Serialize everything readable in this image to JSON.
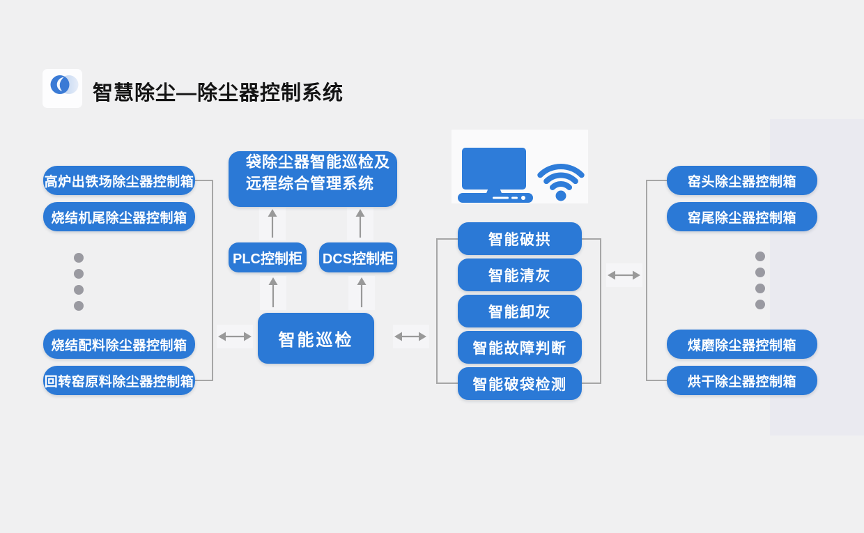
{
  "title": "智慧除尘—除尘器控制系统",
  "colors": {
    "accent_blue": "#2b79d6",
    "background": "#f0f0f1",
    "right_panel": "#eaeaf0",
    "terminal_panel": "#fafafb",
    "connector_gray": "#9b9b9b",
    "text_on_accent": "#ffffff",
    "title_text": "#141414"
  },
  "left_group": {
    "top_boxes": [
      "高炉出铁场除尘器控制箱",
      "烧结机尾除尘器控制箱"
    ],
    "bottom_boxes": [
      "烧结配料除尘器控制箱",
      "回转窑原料除尘器控制箱"
    ]
  },
  "center_group": {
    "management_system_line1": "袋除尘器智能巡检及",
    "management_system_line2": "远程综合管理系统",
    "plc_cabinet": "PLC控制柜",
    "dcs_cabinet": "DCS控制柜",
    "smart_patrol": "智能巡检"
  },
  "function_boxes": [
    "智能破拱",
    "智能清灰",
    "智能卸灰",
    "智能故障判断",
    "智能破袋检测"
  ],
  "right_group": {
    "top_boxes": [
      "窑头除尘器控制箱",
      "窑尾除尘器控制箱"
    ],
    "bottom_boxes": [
      "煤磨除尘器控制箱",
      "烘干除尘器控制箱"
    ]
  },
  "icons": {
    "logo": "swirl-logo-icon",
    "computer": "computer-icon",
    "wifi": "wifi-icon",
    "ellipsis": "ellipsis-dots"
  }
}
